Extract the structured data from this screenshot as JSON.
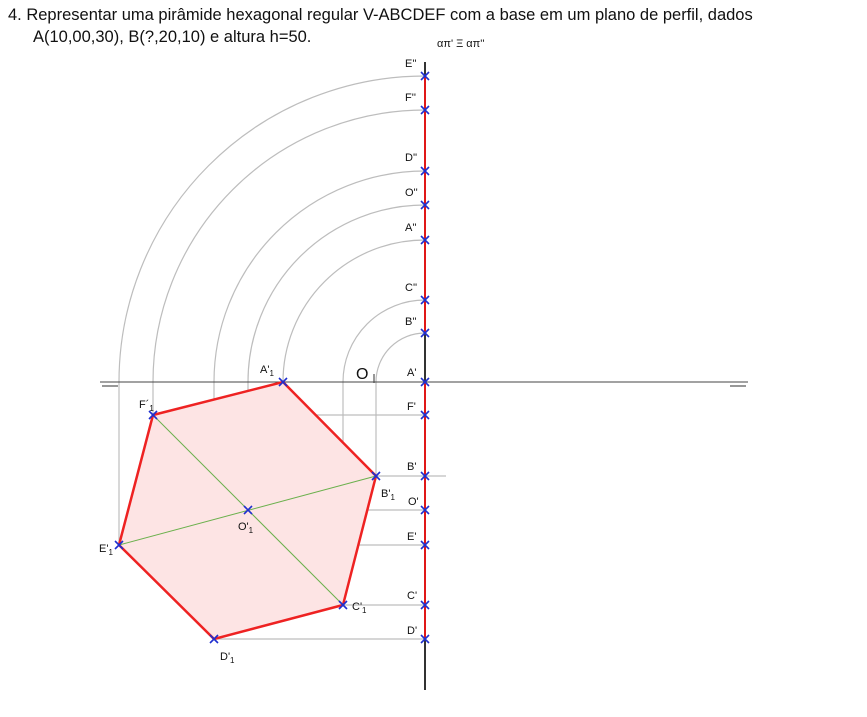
{
  "statement": {
    "line1": "4. Representar uma pirâmide hexagonal regular V-ABCDEF com a base em um plano de perfil, dados",
    "line2": "A(10,00,30), B(?,20,10) e altura h=50."
  },
  "plane_label": "απ' Ξ απ''",
  "origin_label": "O",
  "frontal_projections": [
    "E''",
    "F''",
    "D''",
    "O''",
    "A''",
    "C''",
    "B''"
  ],
  "horizontal_projections": [
    "A'",
    "F'",
    "B'",
    "O'",
    "E'",
    "C'",
    "D'"
  ],
  "rotated_vertices": {
    "A": {
      "main": "A'",
      "sub": "1"
    },
    "F": {
      "main": "F´",
      "sub": "1"
    },
    "B": {
      "main": "B'",
      "sub": "1"
    },
    "O": {
      "main": "O'",
      "sub": "1"
    },
    "E": {
      "main": "E'",
      "sub": "1"
    },
    "C": {
      "main": "C'",
      "sub": "1"
    },
    "D": {
      "main": "D'",
      "sub": "1"
    }
  },
  "colors": {
    "hexagon_fill": "#fde4e4",
    "hexagon_edge": "#ee2222",
    "diagonal": "#6ab04c",
    "marker": "#1f2fd0",
    "construction": "#bdbdbd",
    "axis": "#444444",
    "trace": "#e01818"
  }
}
